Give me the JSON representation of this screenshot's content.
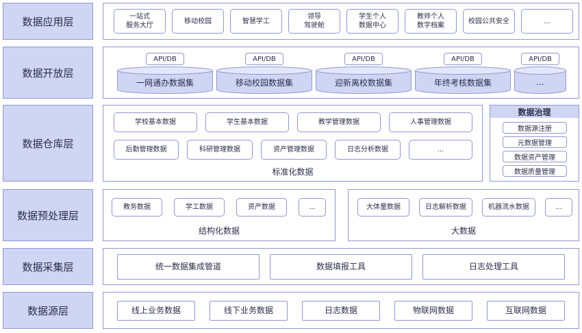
{
  "layers": {
    "app": "数据应用层",
    "open": "数据开放层",
    "warehouse": "数据仓库层",
    "preprocess": "数据预处理层",
    "collect": "数据采集层",
    "source": "数据源层"
  },
  "app_items": [
    [
      "一站式",
      "服务大厅"
    ],
    [
      "移动校园"
    ],
    [
      "智慧学工"
    ],
    [
      "领导",
      "驾驶舱"
    ],
    [
      "学生个人",
      "数据中心"
    ],
    [
      "教师个人",
      "数字档案"
    ],
    [
      "校园公共安全"
    ],
    [
      "..."
    ]
  ],
  "open_items": [
    {
      "tag": "API/DB",
      "label": "一网通办数据集"
    },
    {
      "tag": "API/DB",
      "label": "移动校园数据集"
    },
    {
      "tag": "API/DB",
      "label": "迎新离校数据集"
    },
    {
      "tag": "API/DB",
      "label": "年终考核数据集"
    },
    {
      "tag": "API/DB",
      "label": "..."
    }
  ],
  "warehouse": {
    "row1": [
      "学校基本数据",
      "学生基本数据",
      "教学管理数据",
      "人事管理数据"
    ],
    "row2": [
      "后勤管理数据",
      "科研管理数据",
      "资产管理数据",
      "日志分析数据",
      "..."
    ],
    "caption": "标准化数据"
  },
  "governance": {
    "title": "数据治理",
    "items": [
      "数据源注册",
      "元数据管理",
      "数据资产管理",
      "数据质量管理"
    ]
  },
  "preprocess": {
    "left_items": [
      "教务数据",
      "学工数据",
      "资产数据",
      "..."
    ],
    "left_caption": "结构化数据",
    "right_items": [
      "大体量数据",
      "日志解析数据",
      "机器流水数据",
      "..."
    ],
    "right_caption": "大数据"
  },
  "collect_items": [
    "统一数据集成管道",
    "数据填报工具",
    "日志处理工具"
  ],
  "source_items": [
    "线上业务数据",
    "线下业务数据",
    "日志数据",
    "物联网数据",
    "互联网数据"
  ]
}
